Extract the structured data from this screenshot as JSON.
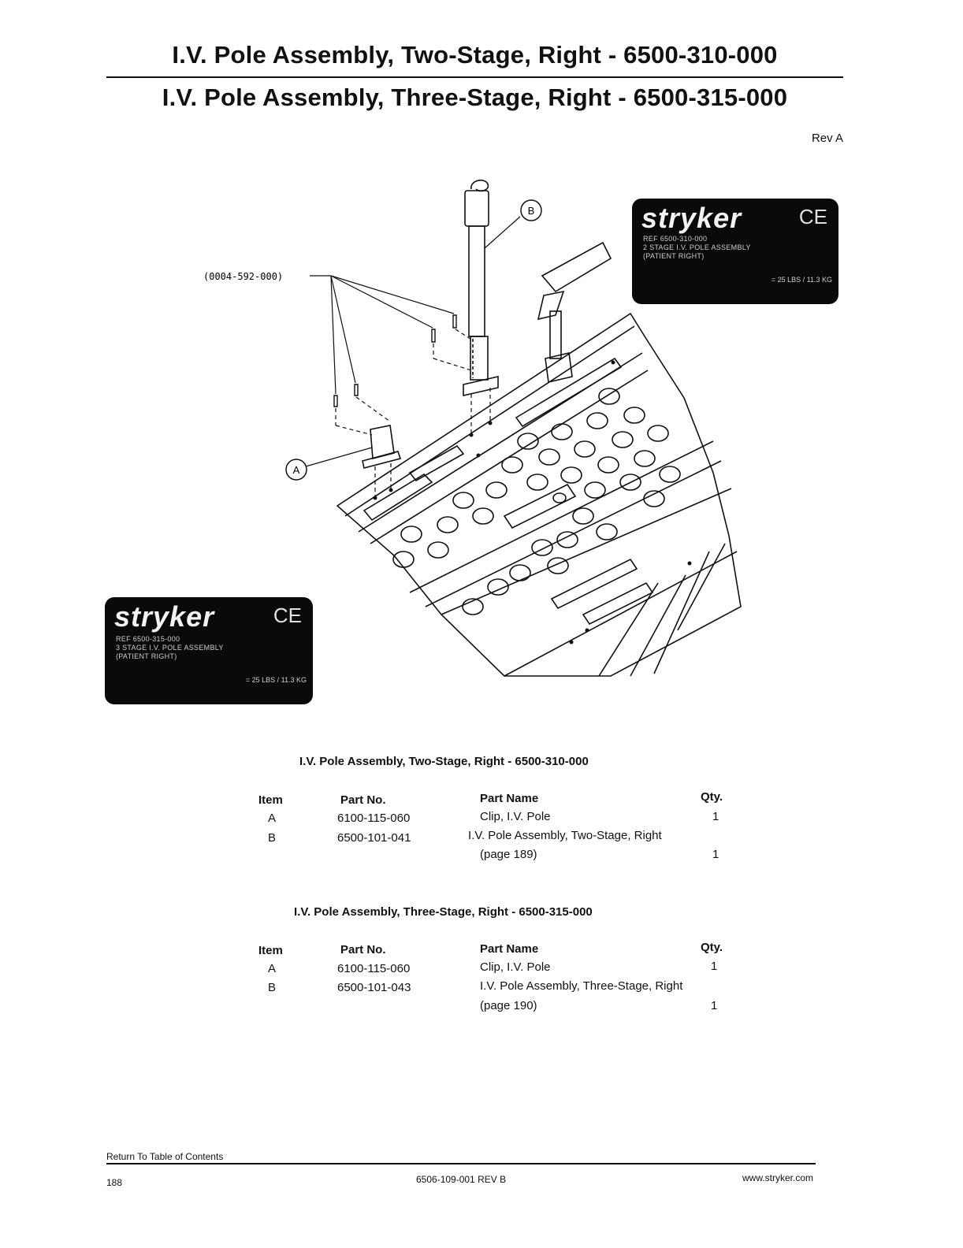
{
  "header": {
    "title_two_stage": "I.V. Pole Assembly, Two-Stage, Right - 6500-310-000",
    "title_three_stage": "I.V. Pole Assembly, Three-Stage, Right - 6500-315-000",
    "revision": "Rev A"
  },
  "diagram": {
    "callout_a": "A",
    "callout_b": "B",
    "screw_part_number": "(0004-592-000)"
  },
  "label_two_stage": {
    "brand": "stryker",
    "ce_mark": "CE",
    "ref": "REF 6500-310-000",
    "line1": "2 STAGE I.V. POLE ASSEMBLY",
    "line2": "(PATIENT RIGHT)",
    "weight": "= 25 LBS / 11.3 KG"
  },
  "label_three_stage": {
    "brand": "stryker",
    "ce_mark": "CE",
    "ref": "REF 6500-315-000",
    "line1": "3 STAGE I.V. POLE ASSEMBLY",
    "line2": "(PATIENT RIGHT)",
    "weight": "= 25 LBS / 11.3 KG"
  },
  "tables": {
    "headers": {
      "item": "Item",
      "part_no": "Part No.",
      "part_name": "Part Name",
      "qty": "Qty."
    },
    "two_stage": {
      "title": "I.V. Pole Assembly, Two-Stage, Right - 6500-310-000",
      "rows": [
        {
          "item": "A",
          "part_no": "6100-115-060",
          "part_name": "Clip, I.V. Pole",
          "part_name_2": "",
          "qty": "1"
        },
        {
          "item": "B",
          "part_no": "6500-101-041",
          "part_name": "I.V. Pole Assembly, Two-Stage, Right",
          "part_name_2": "(page 189)",
          "qty": "1"
        }
      ]
    },
    "three_stage": {
      "title": "I.V. Pole Assembly, Three-Stage, Right - 6500-315-000",
      "rows": [
        {
          "item": "A",
          "part_no": "6100-115-060",
          "part_name": "Clip, I.V. Pole",
          "part_name_2": "",
          "qty": "1"
        },
        {
          "item": "B",
          "part_no": "6500-101-043",
          "part_name": "I.V. Pole Assembly, Three-Stage, Right",
          "part_name_2": "(page 190)",
          "qty": "1"
        }
      ]
    }
  },
  "footer": {
    "return_link": "Return To Table of Contents",
    "page_number": "188",
    "doc_number": "6506-109-001 REV B",
    "website": "www.stryker.com"
  }
}
